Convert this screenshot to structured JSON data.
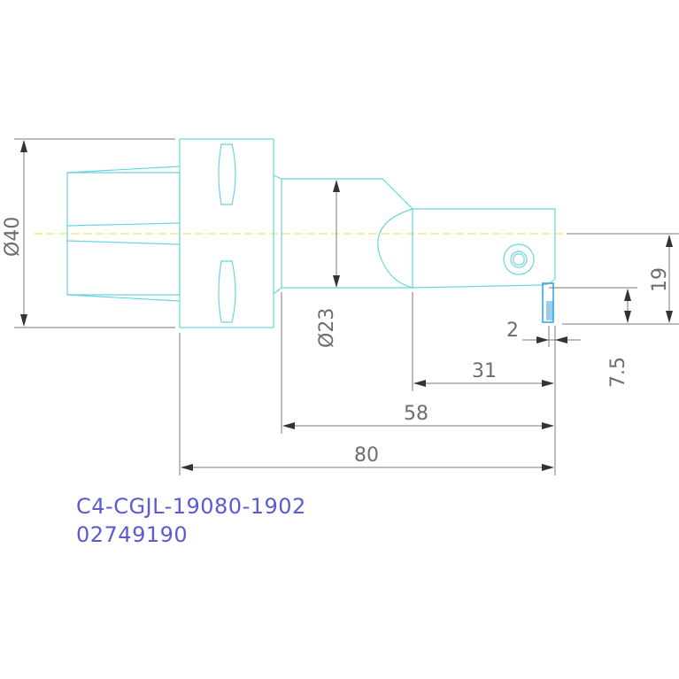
{
  "dimensions": {
    "diameter_40": "Ø40",
    "diameter_23": "Ø23",
    "length_80": "80",
    "length_58": "58",
    "length_31": "31",
    "offset_2": "2",
    "height_19": "19",
    "height_7_5": "7.5"
  },
  "caption": {
    "model_number": "C4-CGJL-19080-1902",
    "part_number": "02749190"
  },
  "colors": {
    "outline": "#6cd4dc",
    "dimension": "#7a7a7a",
    "text": "#6e6e6e",
    "caption": "#5a5ad6",
    "centerline": "#e8e25a",
    "insert": "#2ea0e0"
  }
}
